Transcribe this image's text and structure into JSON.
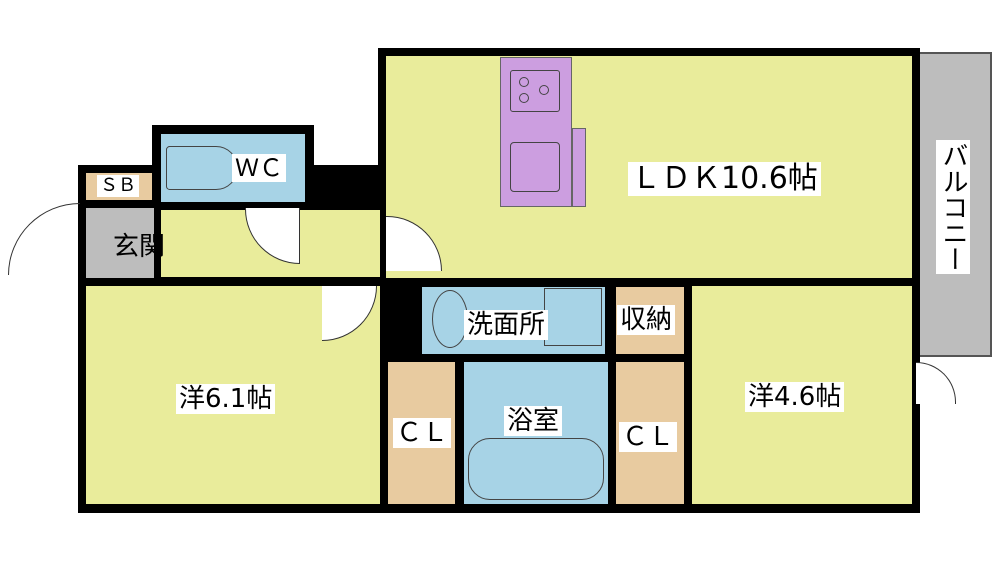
{
  "rooms": {
    "ldk": "ＬＤＫ10.6帖",
    "balcony": "バルコニー",
    "wc": "ＷＣ",
    "sb": "ＳＢ",
    "entrance": "玄関",
    "western_a": "洋6.1帖",
    "western_b": "洋4.6帖",
    "washroom": "洗面所",
    "storage": "収納",
    "bath": "浴室",
    "closet_a": "ＣＬ",
    "closet_b": "ＣＬ"
  },
  "colors": {
    "living": "#e9ec9b",
    "water": "#a7d3e6",
    "storage": "#e8cba0",
    "entrance": "#bdbdbd",
    "kitchen": "#cc9ee0"
  }
}
